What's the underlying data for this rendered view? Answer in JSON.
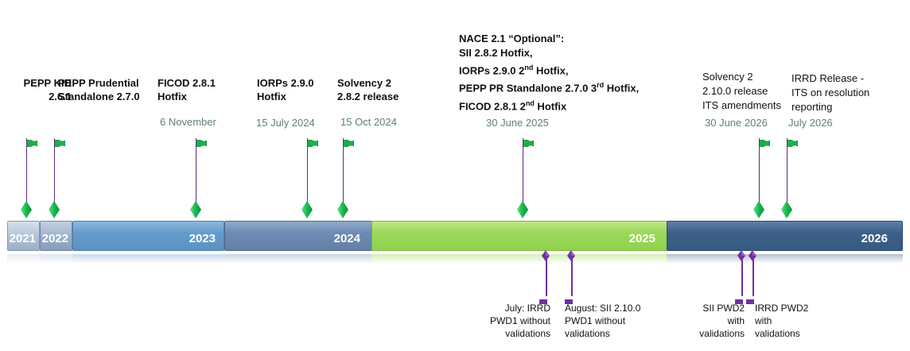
{
  "timeline": {
    "years": [
      {
        "label": "2021",
        "color": "#b8c8da"
      },
      {
        "label": "2022",
        "color": "#a2b6cf"
      },
      {
        "label": "2023",
        "color": "#6a9fcc"
      },
      {
        "label": "2024",
        "color": "#6f8db4"
      },
      {
        "label": "2025",
        "color": "#9fd858"
      },
      {
        "label": "2026",
        "color": "#3d6089"
      }
    ],
    "milestones_above": [
      {
        "title": "PEPP KID\n2.6.1",
        "date": ""
      },
      {
        "title": "PEPP Prudential\nStandalone 2.7.0",
        "date": ""
      },
      {
        "title": "FICOD 2.8.1\nHotfix",
        "date": "6 November"
      },
      {
        "title": "IORPs 2.9.0\nHotfix",
        "date": "15 July 2024"
      },
      {
        "title": "Solvency 2\n2.8.2 release",
        "date": "15 Oct 2024"
      },
      {
        "title_lines": [
          "NACE 2.1 “Optional”:",
          "SII 2.8.2 Hotfix,",
          "IORPs 2.9.0 2",
          "nd",
          " Hotfix,",
          "PEPP PR Standalone 2.7.0 3",
          "rd",
          " Hotfix,",
          "FICOD 2.8.1 2",
          "nd",
          " Hotfix"
        ],
        "date": "30 June 2025"
      },
      {
        "title": "Solvency 2\n2.10.0 release\nITS amendments",
        "date": "30 June 2026"
      },
      {
        "title": "IRRD Release -\nITS on resolution\nreporting",
        "date": "July 2026"
      }
    ],
    "milestones_below": [
      {
        "title": "July: IRRD\nPWD1 without\nvalidations"
      },
      {
        "title": "August: SII 2.10.0\nPWD1 without\nvalidations"
      },
      {
        "title": "SII PWD2\nwith\nvalidations"
      },
      {
        "title": "IRRD PWD2\nwith\nvalidations"
      }
    ],
    "colors": {
      "flag_green": "#1fae4b",
      "stem_purple": "#5b2c83",
      "date_text": "#5f7f7a",
      "below_marker": "#7030a0"
    }
  }
}
